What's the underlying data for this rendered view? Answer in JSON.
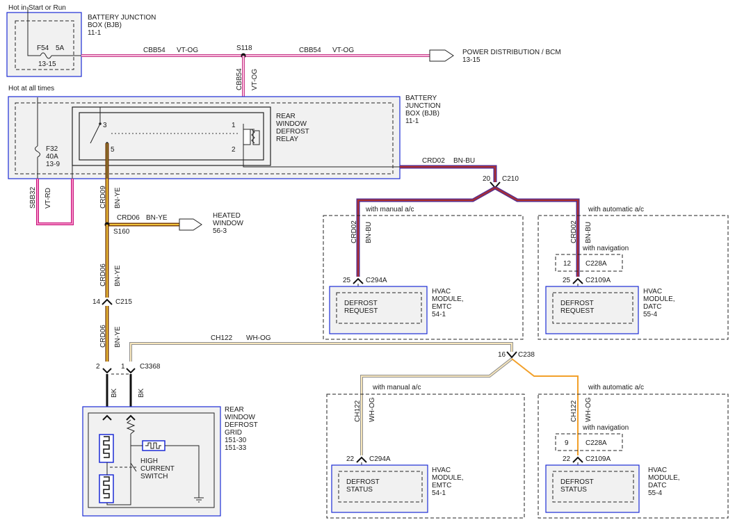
{
  "texts": {
    "hot_start_run": "Hot in Start or Run",
    "bjb_top_title": "BATTERY JUNCTION",
    "bjb_top_title2": "BOX (BJB)",
    "bjb_top_ref": "11-1",
    "f54_label": "F54",
    "f54_amp": "5A",
    "f54_ref": "13-15",
    "cbb54_left": "CBB54",
    "vtog_left": "VT-OG",
    "s118": "S118",
    "cbb54_right": "CBB54",
    "vtog_right": "VT-OG",
    "power_dist": "POWER DISTRIBUTION / BCM",
    "power_dist_ref": "13-15",
    "cbb54_vert": "CBB54",
    "vtog_vert": "VT-OG",
    "hot_all_times": "Hot at all times",
    "bjb_main_title1": "BATTERY",
    "bjb_main_title2": "JUNCTION",
    "bjb_main_title3": "BOX (BJB)",
    "bjb_main_ref": "11-1",
    "relay_title1": "REAR",
    "relay_title2": "WINDOW",
    "relay_title3": "DEFROST",
    "relay_title4": "RELAY",
    "pin3": "3",
    "pin5": "5",
    "pin1": "1",
    "pin2": "2",
    "f32_label": "F32",
    "f32_amp": "40A",
    "f32_ref": "13-9",
    "crd02_top": "CRD02",
    "bnbu_top": "BN-BU",
    "c210_pin": "20",
    "c210": "C210",
    "sbb32": "SBB32",
    "vtrd": "VT-RD",
    "crd09": "CRD09",
    "bnye_1": "BN-YE",
    "crd06_h": "CRD06",
    "bnye_h": "BN-YE",
    "heated1": "HEATED",
    "heated2": "WINDOW",
    "heated_ref": "56-3",
    "s160": "S160",
    "crd06_2": "CRD06",
    "bnye_2": "BN-YE",
    "c215_pin": "14",
    "c215": "C215",
    "crd06_3": "CRD06",
    "bnye_3": "BN-YE",
    "ch122_h": "CH122",
    "whog_h": "WH-OG",
    "c3368_pin2": "2",
    "c3368_pin1": "1",
    "c3368": "C3368",
    "bk1": "BK",
    "bk2": "BK",
    "grid1": "REAR",
    "grid2": "WINDOW",
    "grid3": "DEFROST",
    "grid4": "GRID",
    "grid_ref1": "151-30",
    "grid_ref2": "151-33",
    "hcs1": "HIGH",
    "hcs2": "CURRENT",
    "hcs3": "SWITCH",
    "manual_ac_1": "with manual a/c",
    "auto_ac_1": "with automatic a/c",
    "crd02_l": "CRD02",
    "bnbu_l": "BN-BU",
    "crd02_r": "CRD02",
    "bnbu_r": "BN-BU",
    "with_nav_1": "with navigation",
    "c228a_pin_top": "12",
    "c228a_top": "C228A",
    "c294a_pin_top": "25",
    "c294a_top": "C294A",
    "c2109a_pin_top": "25",
    "c2109a_top": "C2109A",
    "defrost_req_l1": "DEFROST",
    "defrost_req_l2": "REQUEST",
    "defrost_req_r1": "DEFROST",
    "defrost_req_r2": "REQUEST",
    "hvac_emtc_1": "HVAC",
    "hvac_emtc_2": "MODULE,",
    "hvac_emtc_3": "EMTC",
    "hvac_emtc_ref": "54-1",
    "hvac_datc_1": "HVAC",
    "hvac_datc_2": "MODULE,",
    "hvac_datc_3": "DATC",
    "hvac_datc_ref": "55-4",
    "c238_pin": "16",
    "c238": "C238",
    "manual_ac_2": "with manual a/c",
    "auto_ac_2": "with automatic a/c",
    "ch122_l": "CH122",
    "whog_l": "WH-OG",
    "ch122_r": "CH122",
    "whog_r": "WH-OG",
    "with_nav_2": "with navigation",
    "c228a_pin_bot": "9",
    "c228a_bot": "C228A",
    "c294a_pin_bot": "22",
    "c294a_bot": "C294A",
    "c2109a_pin_bot": "22",
    "c2109a_bot": "C2109A",
    "defrost_stat_l1": "DEFROST",
    "defrost_stat_l2": "STATUS",
    "defrost_stat_r1": "DEFROST",
    "defrost_stat_r2": "STATUS",
    "hvac_emtc_b1": "HVAC",
    "hvac_emtc_b2": "MODULE,",
    "hvac_emtc_b3": "EMTC",
    "hvac_emtc_bref": "54-1",
    "hvac_datc_b1": "HVAC",
    "hvac_datc_b2": "MODULE,",
    "hvac_datc_b3": "DATC",
    "hvac_datc_bref": "55-4"
  },
  "colors": {
    "vt_og_wire": "#e66fb0",
    "vt_rd_wire": "#e0409a",
    "bn_bu_wire": "#5a2d8c",
    "bn_bu_core": "#b0302a",
    "bn_ye_wire": "#b36a1a",
    "bn_ye_core": "#f2c33a",
    "wh_og_wire": "#e9b860",
    "component_border": "#1c2bd6"
  }
}
